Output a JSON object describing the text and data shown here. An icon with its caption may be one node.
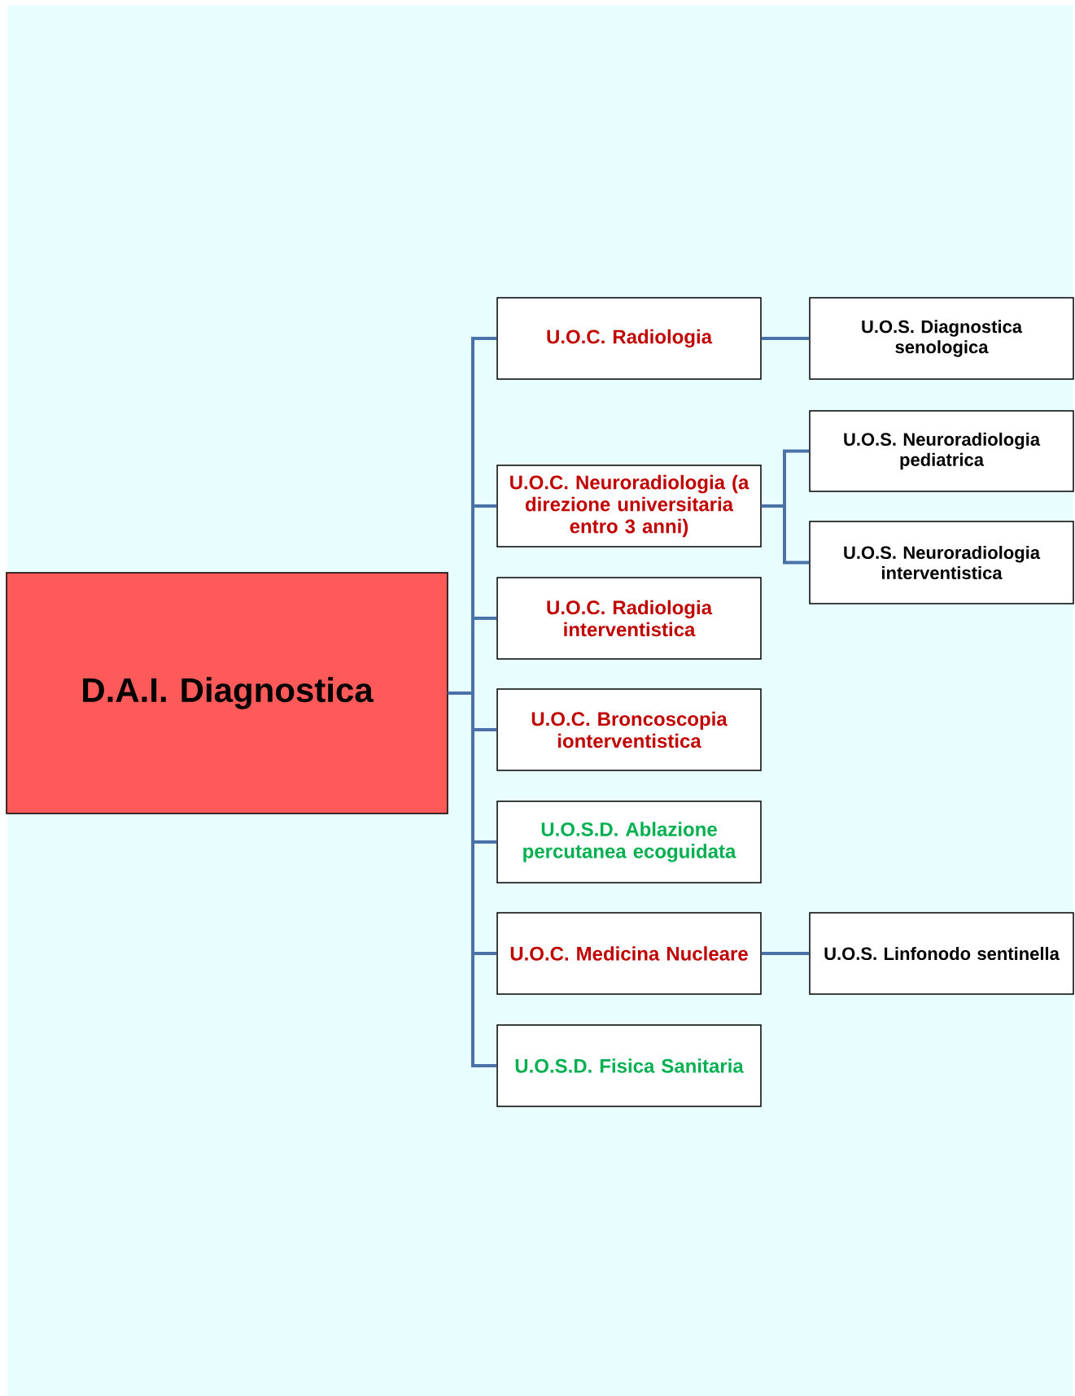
{
  "diagram": {
    "nodes": [
      {
        "text": [
          "D.A.I. Diagnostica"
        ]
      },
      {
        "text": [
          "U.O.C. Radiologia"
        ]
      },
      {
        "text": [
          "U.O.C. Neuroradiologia (a direzione universitaria entro 3 anni)"
        ]
      },
      {
        "text": [
          "U.O.C. Radiologia interventistica"
        ]
      },
      {
        "text": [
          "U.O.C. Broncoscopia ionterventistica"
        ]
      },
      {
        "text": [
          "U.O.S.D. Ablazione percutanea ecoguidata"
        ]
      },
      {
        "text": [
          "U.O.C. Medicina Nucleare"
        ]
      },
      {
        "text": [
          "U.O.S.D. Fisica Sanitaria"
        ]
      },
      {
        "text": [
          "U.O.S. Diagnostica senologica"
        ]
      },
      {
        "text": [
          "U.O.S. Neuroradiologia pediatrica"
        ]
      },
      {
        "text": [
          "U.O.S. Neuroradiologia interventistica"
        ]
      },
      {
        "text": [
          "U.O.S. Linfonodo sentinella"
        ]
      }
    ],
    "edges": [
      {
        "from": 0,
        "to": 1,
        "arrow": "none"
      },
      {
        "from": 0,
        "to": 2,
        "arrow": "none"
      },
      {
        "from": 0,
        "to": 3,
        "arrow": "none"
      },
      {
        "from": 0,
        "to": 4,
        "arrow": "none"
      },
      {
        "from": 0,
        "to": 5,
        "arrow": "none"
      },
      {
        "from": 0,
        "to": 6,
        "arrow": "none"
      },
      {
        "from": 0,
        "to": 7,
        "arrow": "none"
      },
      {
        "from": 1,
        "to": 8,
        "arrow": "none"
      },
      {
        "from": 2,
        "to": 9,
        "arrow": "none"
      },
      {
        "from": 2,
        "to": 10,
        "arrow": "none"
      },
      {
        "from": 6,
        "to": 11,
        "arrow": "none"
      }
    ]
  }
}
